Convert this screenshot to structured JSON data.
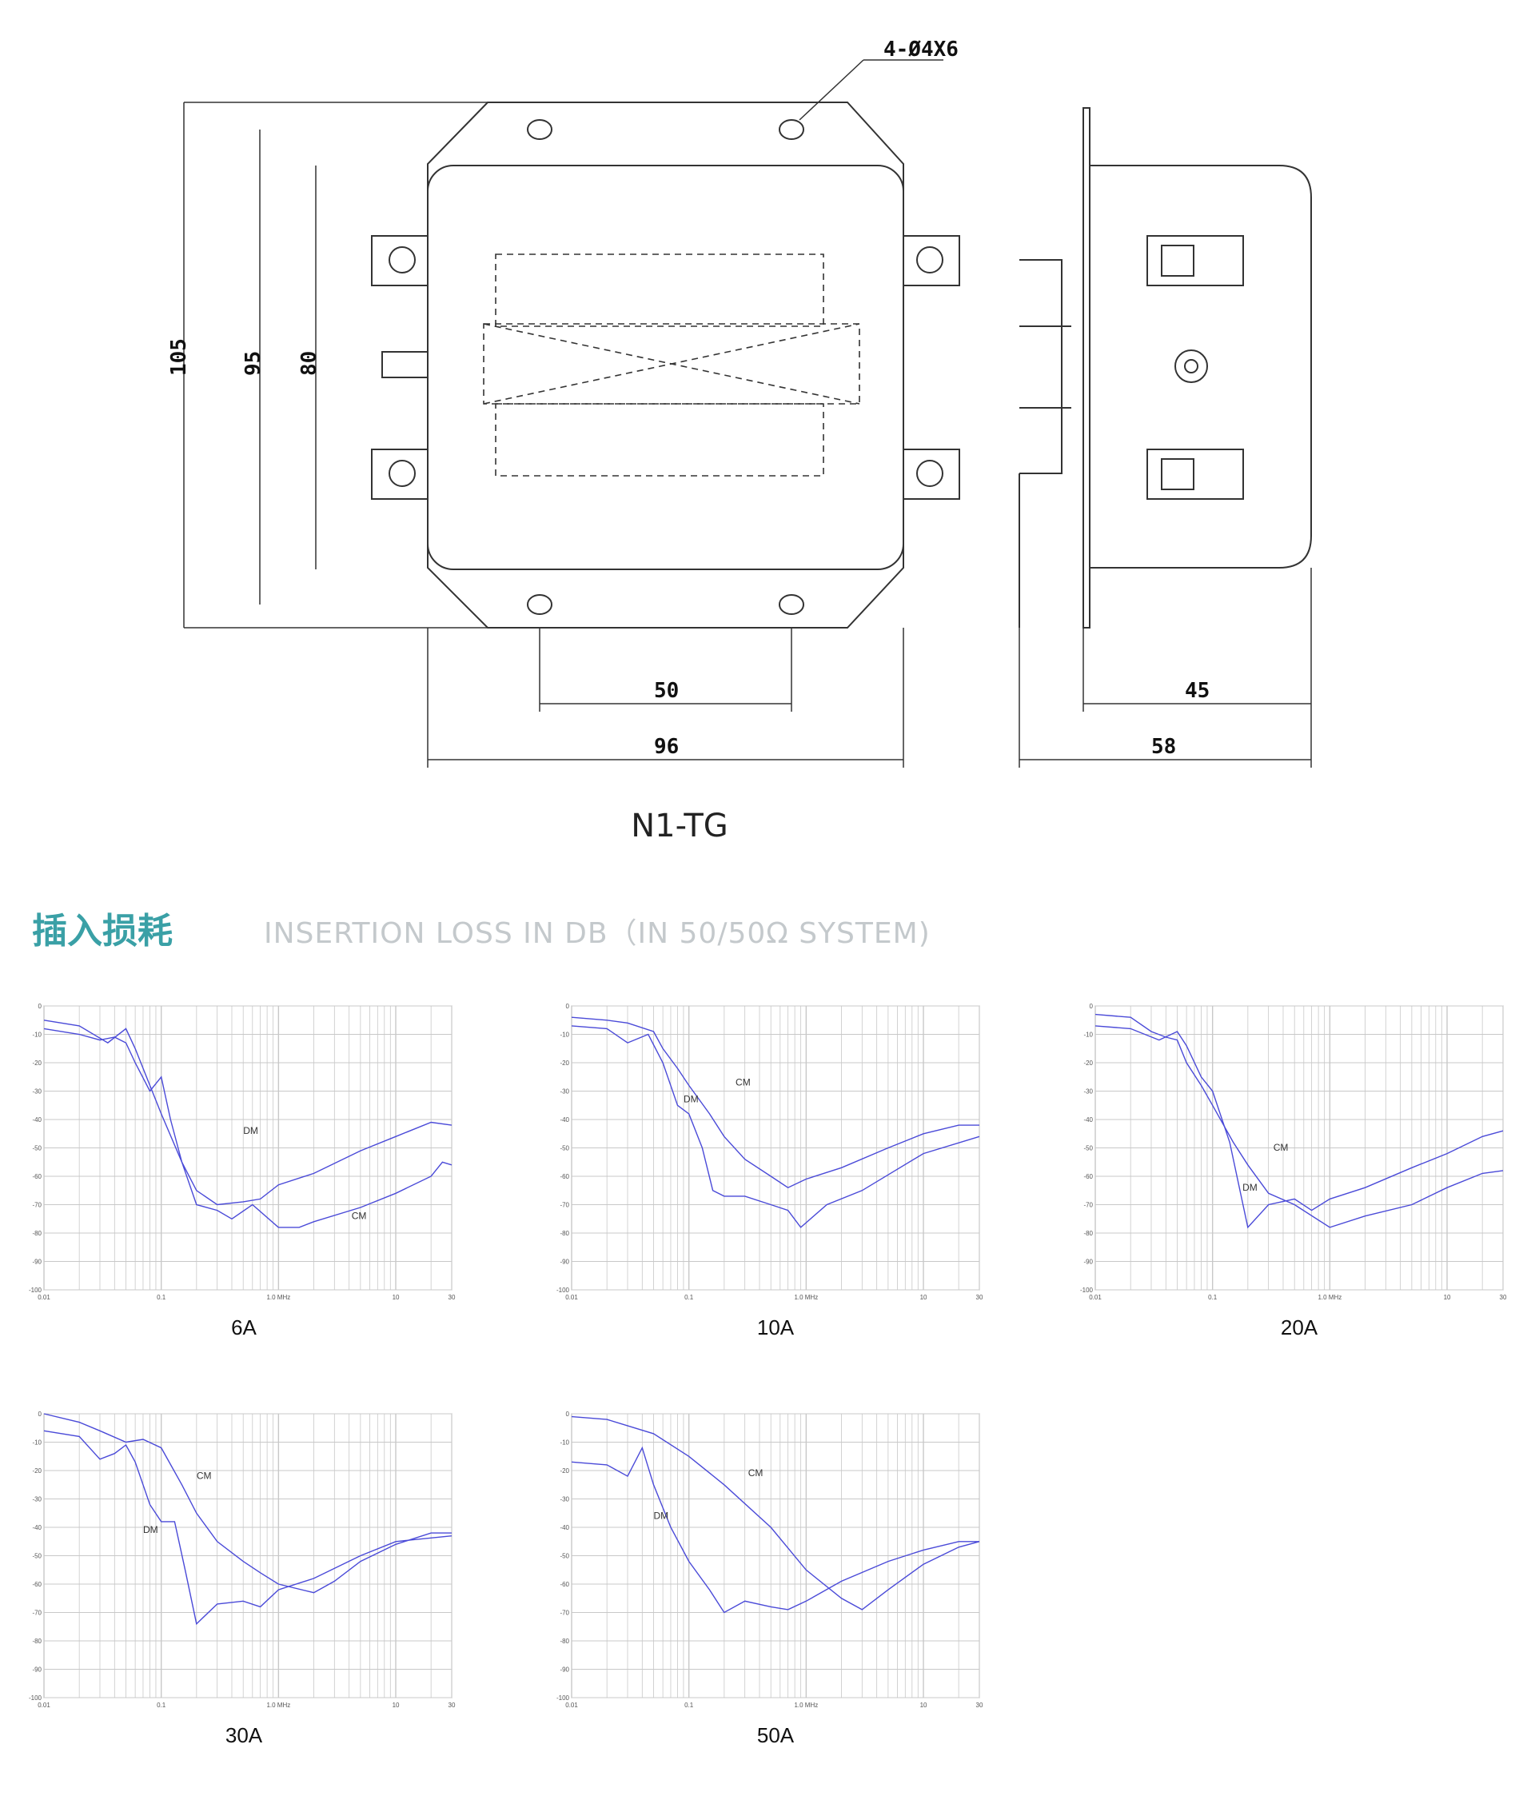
{
  "drawing": {
    "mount_note": "4-Ø4X6",
    "dims": {
      "height_105": "105",
      "height_95": "95",
      "height_80": "80",
      "width_50": "50",
      "width_96": "96",
      "depth_45": "45",
      "depth_58": "58"
    },
    "model": "N1-TG"
  },
  "section": {
    "title": "插入损耗",
    "subtitle": "INSERTION LOSS IN DB（IN 50/50Ω SYSTEM)"
  },
  "colors": {
    "trace": "#4a4ad8",
    "grid": "#c8c8c8",
    "accent": "#3aa0a6"
  },
  "axis": {
    "y_ticks": [
      "0",
      "-10",
      "-20",
      "-30",
      "-40",
      "-50",
      "-60",
      "-70",
      "-80",
      "-90",
      "-100"
    ],
    "x_ticks": [
      "0.01",
      "0.1",
      "1.0  MHz",
      "10",
      "30"
    ]
  },
  "chart_data": [
    {
      "type": "line",
      "caption": "6A",
      "xscale": "log",
      "xlim": [
        0.01,
        30
      ],
      "ylim": [
        -100,
        0
      ],
      "series": [
        {
          "name": "DM",
          "x": [
            0.01,
            0.02,
            0.035,
            0.05,
            0.06,
            0.08,
            0.1,
            0.15,
            0.2,
            0.3,
            0.5,
            0.7,
            1,
            2,
            5,
            10,
            20,
            30
          ],
          "y": [
            -5,
            -7,
            -13,
            -8,
            -15,
            -28,
            -38,
            -55,
            -65,
            -70,
            -69,
            -68,
            -63,
            -59,
            -51,
            -46,
            -41,
            -42
          ]
        },
        {
          "name": "CM",
          "x": [
            0.01,
            0.02,
            0.03,
            0.04,
            0.05,
            0.06,
            0.08,
            0.1,
            0.12,
            0.15,
            0.2,
            0.3,
            0.4,
            0.6,
            1,
            1.5,
            2,
            5,
            10,
            20,
            25,
            30
          ],
          "y": [
            -8,
            -10,
            -12,
            -11,
            -13,
            -20,
            -30,
            -25,
            -40,
            -55,
            -70,
            -72,
            -75,
            -70,
            -78,
            -78,
            -76,
            -71,
            -66,
            -60,
            -55,
            -56
          ]
        }
      ],
      "labels": [
        "DM",
        "CM"
      ]
    },
    {
      "type": "line",
      "caption": "10A",
      "xscale": "log",
      "xlim": [
        0.01,
        30
      ],
      "ylim": [
        -100,
        0
      ],
      "series": [
        {
          "name": "DM",
          "x": [
            0.01,
            0.02,
            0.03,
            0.045,
            0.06,
            0.08,
            0.1,
            0.13,
            0.16,
            0.2,
            0.3,
            0.5,
            0.7,
            0.9,
            1.5,
            3,
            10,
            30
          ],
          "y": [
            -7,
            -8,
            -13,
            -10,
            -20,
            -35,
            -38,
            -50,
            -65,
            -67,
            -67,
            -70,
            -72,
            -78,
            -70,
            -65,
            -52,
            -46
          ]
        },
        {
          "name": "CM",
          "x": [
            0.01,
            0.02,
            0.03,
            0.05,
            0.06,
            0.08,
            0.1,
            0.15,
            0.2,
            0.3,
            0.5,
            0.7,
            1,
            2,
            5,
            10,
            20,
            30
          ],
          "y": [
            -4,
            -5,
            -6,
            -9,
            -15,
            -22,
            -28,
            -38,
            -46,
            -54,
            -60,
            -64,
            -61,
            -57,
            -50,
            -45,
            -42,
            -42
          ]
        }
      ],
      "labels": [
        "CM",
        "DM"
      ]
    },
    {
      "type": "line",
      "caption": "20A",
      "xscale": "log",
      "xlim": [
        0.01,
        30
      ],
      "ylim": [
        -100,
        0
      ],
      "series": [
        {
          "name": "DM",
          "x": [
            0.01,
            0.02,
            0.035,
            0.05,
            0.06,
            0.08,
            0.1,
            0.14,
            0.2,
            0.3,
            0.5,
            0.7,
            1,
            2,
            5,
            10,
            20,
            30
          ],
          "y": [
            -7,
            -8,
            -12,
            -9,
            -14,
            -25,
            -30,
            -48,
            -78,
            -70,
            -68,
            -72,
            -68,
            -64,
            -57,
            -52,
            -46,
            -44
          ]
        },
        {
          "name": "CM",
          "x": [
            0.01,
            0.02,
            0.03,
            0.04,
            0.05,
            0.06,
            0.08,
            0.1,
            0.15,
            0.2,
            0.3,
            0.5,
            1,
            2,
            5,
            10,
            20,
            30
          ],
          "y": [
            -3,
            -4,
            -9,
            -11,
            -12,
            -20,
            -28,
            -35,
            -48,
            -56,
            -66,
            -70,
            -78,
            -74,
            -70,
            -64,
            -59,
            -58
          ]
        }
      ],
      "labels": [
        "CM",
        "DM"
      ]
    },
    {
      "type": "line",
      "caption": "30A",
      "xscale": "log",
      "xlim": [
        0.01,
        30
      ],
      "ylim": [
        -100,
        0
      ],
      "series": [
        {
          "name": "DM",
          "x": [
            0.01,
            0.02,
            0.03,
            0.04,
            0.05,
            0.06,
            0.08,
            0.1,
            0.13,
            0.16,
            0.2,
            0.3,
            0.5,
            0.7,
            1,
            2,
            5,
            10,
            30
          ],
          "y": [
            -6,
            -8,
            -16,
            -14,
            -11,
            -17,
            -32,
            -38,
            -38,
            -55,
            -74,
            -67,
            -66,
            -68,
            -62,
            -58,
            -50,
            -45,
            -43
          ]
        },
        {
          "name": "CM",
          "x": [
            0.01,
            0.02,
            0.03,
            0.05,
            0.07,
            0.1,
            0.15,
            0.2,
            0.3,
            0.5,
            0.7,
            1,
            2,
            3,
            5,
            10,
            20,
            30
          ],
          "y": [
            0,
            -3,
            -6,
            -10,
            -9,
            -12,
            -25,
            -35,
            -45,
            -52,
            -56,
            -60,
            -63,
            -59,
            -52,
            -46,
            -42,
            -42
          ]
        }
      ],
      "labels": [
        "CM",
        "DM"
      ]
    },
    {
      "type": "line",
      "caption": "50A",
      "xscale": "log",
      "xlim": [
        0.01,
        30
      ],
      "ylim": [
        -100,
        0
      ],
      "series": [
        {
          "name": "DM",
          "x": [
            0.01,
            0.02,
            0.03,
            0.04,
            0.05,
            0.07,
            0.1,
            0.15,
            0.2,
            0.3,
            0.5,
            0.7,
            1,
            2,
            5,
            10,
            20,
            30
          ],
          "y": [
            -17,
            -18,
            -22,
            -12,
            -25,
            -40,
            -52,
            -62,
            -70,
            -66,
            -68,
            -69,
            -66,
            -59,
            -52,
            -48,
            -45,
            -45
          ]
        },
        {
          "name": "CM",
          "x": [
            0.01,
            0.02,
            0.05,
            0.1,
            0.2,
            0.5,
            1,
            2,
            3,
            5,
            10,
            20,
            30
          ],
          "y": [
            -1,
            -2,
            -7,
            -15,
            -25,
            -40,
            -55,
            -65,
            -69,
            -62,
            -53,
            -47,
            -45
          ]
        }
      ],
      "labels": [
        "CM",
        "DM"
      ]
    }
  ]
}
